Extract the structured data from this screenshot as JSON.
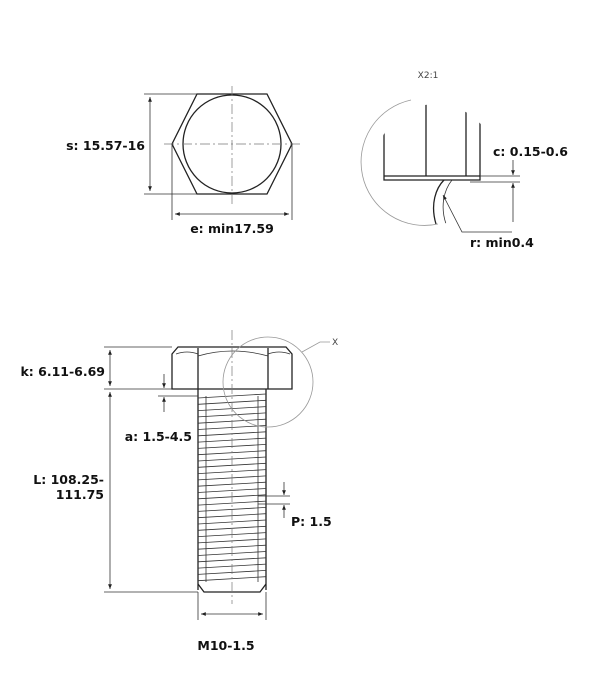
{
  "top_view": {
    "s_label": "s: 15.57-16",
    "e_label": "e: min17.59"
  },
  "detail_view": {
    "scale_label": "X2:1",
    "c_label": "c: 0.15-0.6",
    "r_label": "r: min0.4"
  },
  "side_view": {
    "detail_marker": "X",
    "k_label": "k: 6.11-6.69",
    "a_label": "a: 1.5-4.5",
    "l_label_line1": "L: 108.25-",
    "l_label_line2": "111.75",
    "p_label": "P: 1.5",
    "thread_label": "M10-1.5"
  }
}
